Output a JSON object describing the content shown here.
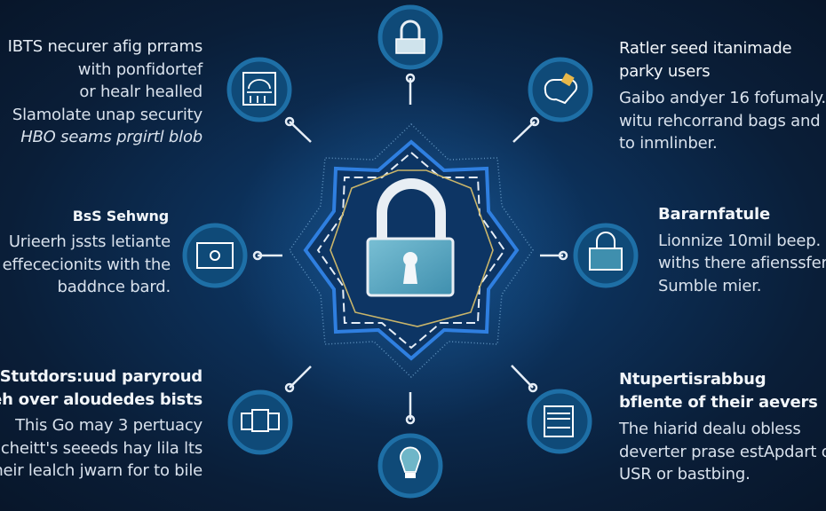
{
  "colors": {
    "background": "#0a1e38",
    "node_fill": "#0f4a78",
    "node_ring": "#1e6fa6",
    "lock_body": "#5aa9c4",
    "gold_line": "#c9b56a"
  },
  "center": {
    "icon": "padlock-icon"
  },
  "nodes": [
    {
      "icon": "padlock-icon"
    },
    {
      "icon": "building-icon"
    },
    {
      "icon": "chat-shield-icon"
    },
    {
      "icon": "id-card-icon"
    },
    {
      "icon": "lock-document-icon"
    },
    {
      "icon": "devices-icon"
    },
    {
      "icon": "server-panel-icon"
    },
    {
      "icon": "lightbulb-icon"
    }
  ],
  "blocks": {
    "top_left": {
      "lines": [
        "IBTS necurer afig prrams",
        "with ponfidortef",
        "or healr healled",
        "Slamolate unap security",
        "HBO seams prgirtl blob"
      ]
    },
    "mid_left": {
      "title": "BsS Sehwng",
      "lines": [
        "Urieerh jssts letiante",
        "effececionits with the",
        "baddnce bard."
      ]
    },
    "bottom_left": {
      "title": [
        "Stutdors:uud paryroud",
        "breh over aloudedes bists"
      ],
      "lines": [
        "This Go may 3 pertuacy",
        "cheitt's seeeds hay lila lts",
        "heir lealch jwarn for to bile"
      ]
    },
    "top_right": {
      "title": [
        "Ratler seed itanimade",
        "parky users"
      ],
      "lines": [
        "Gaibo andyer 16 fofumaly.",
        "witu rehcorrand bags and",
        "to inmlinber."
      ]
    },
    "mid_right": {
      "title": "Bararnfatule",
      "lines": [
        "Lionnize 10mil beep.",
        "withs there afienssfer",
        "Sumble mier."
      ]
    },
    "bottom_right": {
      "title": [
        "Ntupertisrabbug",
        "bflente of their aevers"
      ],
      "lines": [
        "The hiarid dealu obless",
        "deverter prase estApdart o",
        "USR or bastbing."
      ]
    }
  }
}
